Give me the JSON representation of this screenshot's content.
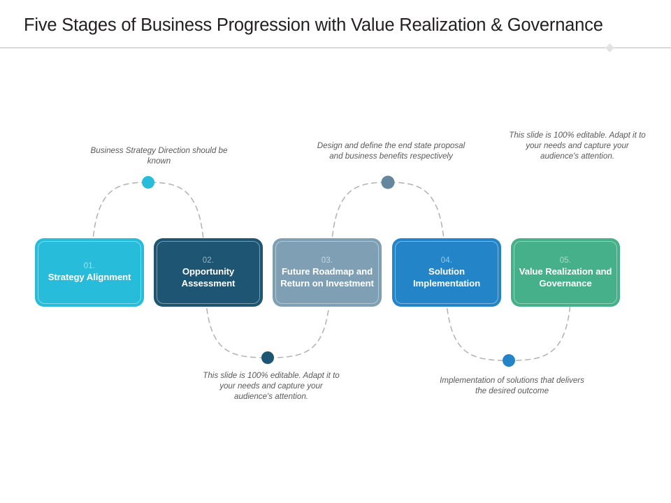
{
  "header": {
    "title": "Five Stages of Business Progression with Value Realization & Governance",
    "divider_color": "#b9b9b9"
  },
  "diagram": {
    "type": "serpentine-process-wave",
    "stages": [
      {
        "number": "01.",
        "title": "Strategy Alignment",
        "color": "#27bcd9"
      },
      {
        "number": "02.",
        "title": "Opportunity Assessment",
        "color": "#1d5573"
      },
      {
        "number": "03.",
        "title": "Future Roadmap and Return on Investment",
        "color": "#7fa0b4"
      },
      {
        "number": "04.",
        "title": "Solution Implementation",
        "color": "#2384c8"
      },
      {
        "number": "05.",
        "title": "Value Realization and Governance",
        "color": "#45b08a"
      }
    ],
    "annotations": [
      {
        "text": "Business Strategy Direction should be known",
        "position": "above",
        "dot_color": "#27bcd9"
      },
      {
        "text": "Design and define the end state proposal and business benefits respectively",
        "position": "above",
        "dot_color": "#64879e"
      },
      {
        "text": "This slide is 100% editable. Adapt it to your needs and capture your audience's attention.",
        "position": "above",
        "dot_color": "none"
      },
      {
        "text": "This slide is 100% editable. Adapt it to your needs and capture your audience's attention.",
        "position": "below",
        "dot_color": "#1d5573"
      },
      {
        "text": "Implementation of solutions that delivers the desired outcome",
        "position": "below",
        "dot_color": "#2384c8"
      }
    ],
    "dashed_line_color": "#b5b5b5"
  }
}
